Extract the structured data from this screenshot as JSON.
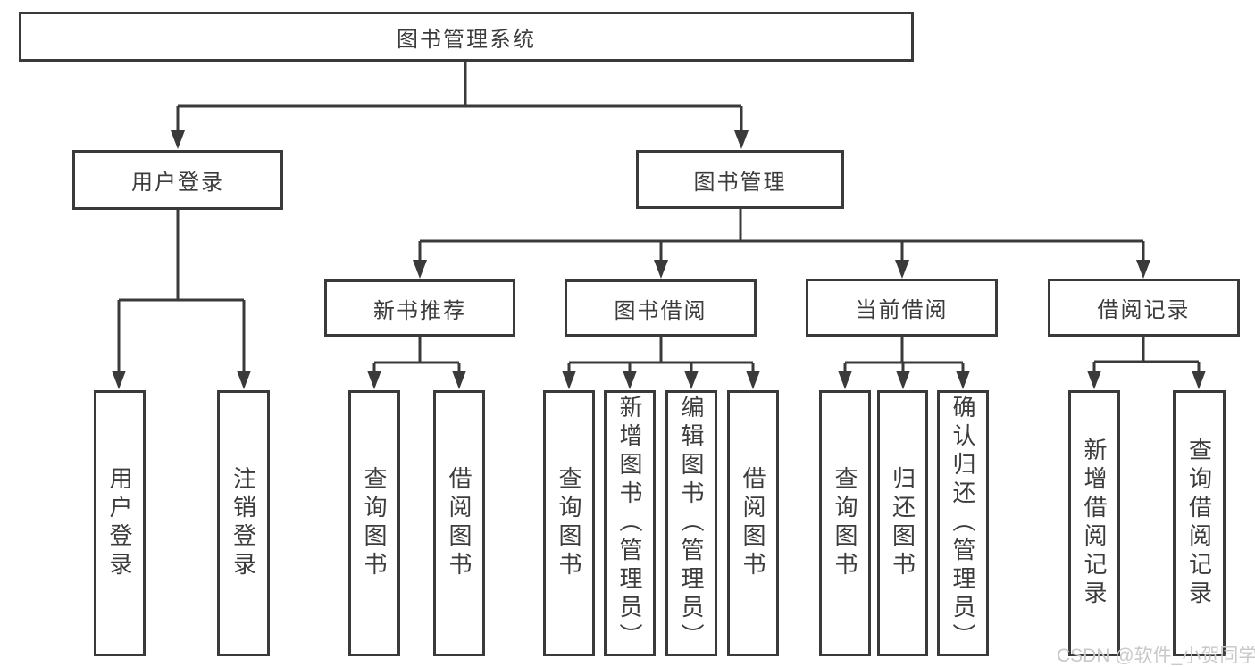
{
  "root": {
    "label": "图书管理系统"
  },
  "level2": [
    {
      "label": "用户登录"
    },
    {
      "label": "图书管理"
    }
  ],
  "level3": [
    {
      "label": "新书推荐"
    },
    {
      "label": "图书借阅"
    },
    {
      "label": "当前借阅"
    },
    {
      "label": "借阅记录"
    }
  ],
  "leaves": [
    {
      "label": "用户登录"
    },
    {
      "label": "注销登录"
    },
    {
      "label": "查询图书"
    },
    {
      "label": "借阅图书"
    },
    {
      "label": "查询图书"
    },
    {
      "label": "新增图书（管理员）"
    },
    {
      "label": "编辑图书（管理员）"
    },
    {
      "label": "借阅图书"
    },
    {
      "label": "查询图书"
    },
    {
      "label": "归还图书"
    },
    {
      "label": "确认归还（管理员）"
    },
    {
      "label": "新增借阅记录"
    },
    {
      "label": "查询借阅记录"
    }
  ],
  "watermark": {
    "text": "CSDN @软件_小贺同学"
  },
  "colors": {
    "line": "#3a3a3a",
    "text": "#3c3c3c",
    "background": "#ffffff",
    "watermark": "#c9c9c9"
  }
}
